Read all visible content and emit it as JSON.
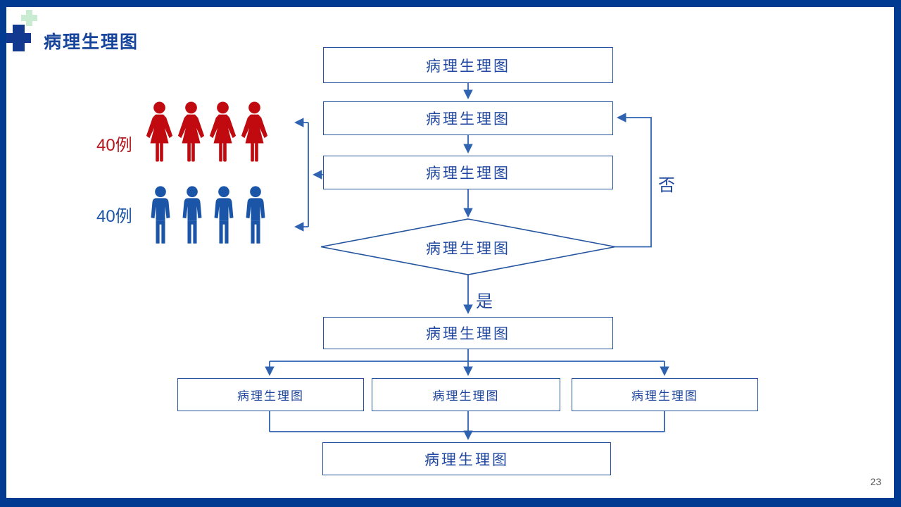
{
  "slide": {
    "title": "病理生理图",
    "page_number": "23"
  },
  "legend": {
    "female_group": {
      "count_label": "40例",
      "icon": "female-person-icon",
      "icon_count": 4,
      "color": "#c00a10"
    },
    "male_group": {
      "count_label": "40例",
      "icon": "male-person-icon",
      "icon_count": 4,
      "color": "#1b55a8"
    }
  },
  "flowchart": {
    "box1": "病理生理图",
    "box2": "病理生理图",
    "box3": "病理生理图",
    "decision": "病理生理图",
    "yes_label": "是",
    "no_label": "否",
    "box4": "病理生理图",
    "branch_left": "病理生理图",
    "branch_center": "病理生理图",
    "branch_right": "病理生理图",
    "final": "病理生理图"
  },
  "colors": {
    "frame": "#003a91",
    "title_text": "#17459c",
    "box_border": "#24549e",
    "box_text": "#1f479e",
    "connector": "#2f63b0",
    "female_red": "#c00a10",
    "male_blue": "#1b55a8",
    "green_cross": "#c9ebd2",
    "page_number_gray": "#595959"
  }
}
